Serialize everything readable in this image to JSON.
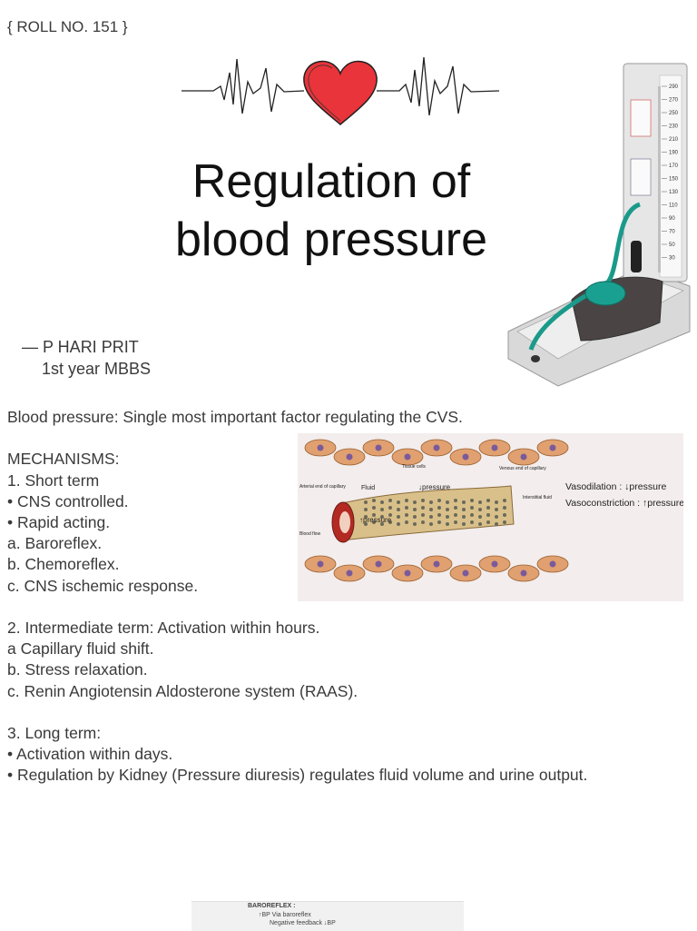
{
  "header": {
    "roll": "{ ROLL NO. 151 }"
  },
  "title": {
    "line1": "Regulation of",
    "line2": "blood pressure"
  },
  "author": {
    "name": "— P HARI PRIT",
    "year": "1st year MBBS"
  },
  "sphygmomanometer": {
    "scale": [
      "290",
      "270",
      "250",
      "230",
      "210",
      "190",
      "170",
      "150",
      "130",
      "110",
      "90",
      "70",
      "50",
      "30"
    ]
  },
  "diagram": {
    "labels": {
      "tissue_cells": "Tissue cells",
      "venous_end": "Venous end of capillary",
      "arterial_end": "Arterial end of capillary",
      "fluid": "Fluid",
      "pressure_top": "↓pressure",
      "interstitial": "Interstitial fluid",
      "pressure_inner": "↑pressure",
      "blood_flow": "Blood flow",
      "vasodilation": "Vasodilation : ↓pressure",
      "vasoconstriction": "Vasoconstriction : ↑pressure"
    }
  },
  "body": {
    "intro": "Blood pressure: Single most important factor regulating the CVS.",
    "mech_heading": "MECHANISMS:",
    "short": [
      "1. Short term",
      "• CNS controlled.",
      "• Rapid acting.",
      "a. Baroreflex.",
      "b. Chemoreflex.",
      "c. CNS ischemic response."
    ],
    "intermediate": [
      "2. Intermediate term: Activation within hours.",
      "a Capillary fluid shift.",
      "b. Stress relaxation.",
      "c. Renin Angiotensin Aldosterone system (RAAS)."
    ],
    "long": [
      "3. Long term:",
      "• Activation within days.",
      "• Regulation by Kidney (Pressure diuresis) regulates fluid volume and urine output."
    ]
  },
  "bottom_image": {
    "line1": "BAROREFLEX :",
    "line2": "↑BP Via baroreflex",
    "line3": "Negative feedback ↓BP"
  },
  "colors": {
    "heart": "#e8343a",
    "text": "#3a3a3a",
    "title": "#111111"
  }
}
